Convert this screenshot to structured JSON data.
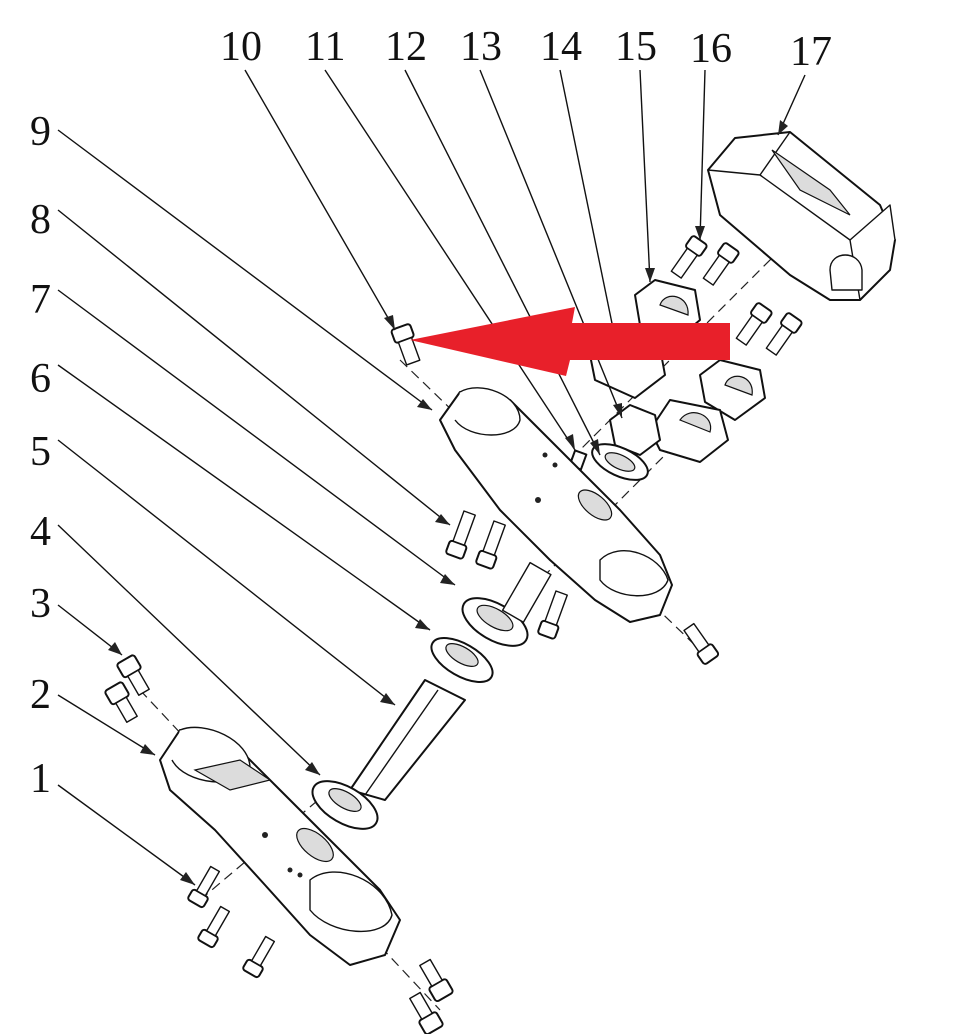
{
  "labels": [
    {
      "id": "1",
      "text": "1"
    },
    {
      "id": "2",
      "text": "2"
    },
    {
      "id": "3",
      "text": "3"
    },
    {
      "id": "4",
      "text": "4"
    },
    {
      "id": "5",
      "text": "5"
    },
    {
      "id": "6",
      "text": "6"
    },
    {
      "id": "7",
      "text": "7"
    },
    {
      "id": "8",
      "text": "8"
    },
    {
      "id": "9",
      "text": "9"
    },
    {
      "id": "10",
      "text": "10"
    },
    {
      "id": "11",
      "text": "11"
    },
    {
      "id": "12",
      "text": "12"
    },
    {
      "id": "13",
      "text": "13"
    },
    {
      "id": "14",
      "text": "14"
    },
    {
      "id": "15",
      "text": "15"
    },
    {
      "id": "16",
      "text": "16"
    },
    {
      "id": "17",
      "text": "17"
    }
  ],
  "colors": {
    "ink": "#111111",
    "background": "#ffffff",
    "highlight_arrow": "#e8202a"
  },
  "icons": {
    "highlight": "red-pointer-arrow-icon"
  }
}
